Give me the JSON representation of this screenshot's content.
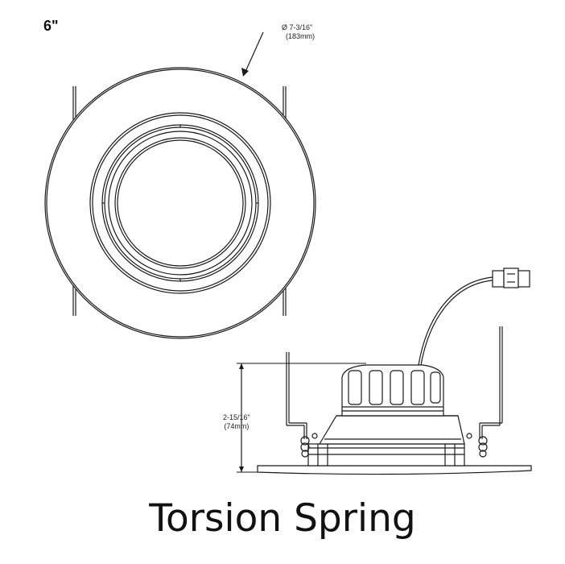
{
  "header": {
    "size_label": "6\""
  },
  "top_view": {
    "diameter_label": "Ø 7-3/16\"",
    "diameter_metric": "(183mm)"
  },
  "side_view": {
    "height_label": "2-15/16\"",
    "height_metric": "(74mm)"
  },
  "caption": {
    "text": "Torsion Spring"
  }
}
